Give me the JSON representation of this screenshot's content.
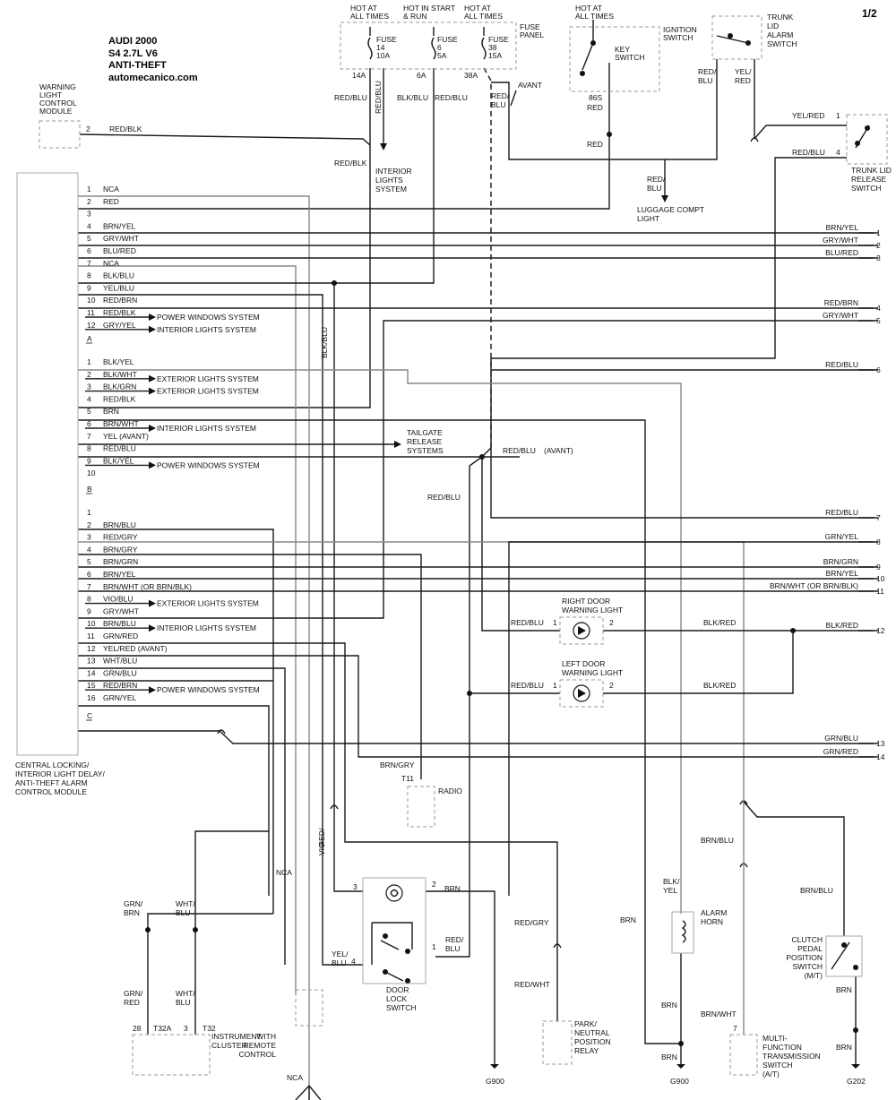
{
  "page": "1/2",
  "header": {
    "line1": "AUDI 2000",
    "line2": "S4 2.7L V6",
    "line3": "ANTI-THEFT",
    "line4": "automecanico.com"
  },
  "top": {
    "hot_all_1": [
      "HOT AT",
      "ALL TIMES"
    ],
    "hot_start": [
      "HOT IN START",
      "& RUN"
    ],
    "hot_all_2": [
      "HOT AT",
      "ALL TIMES"
    ],
    "hot_all_3": [
      "HOT AT",
      "ALL TIMES"
    ],
    "fuse_panel": [
      "FUSE",
      "PANEL"
    ],
    "fuse14": [
      "FUSE",
      "14",
      "10A"
    ],
    "fuse6": [
      "FUSE",
      "6",
      "5A"
    ],
    "fuse38": [
      "FUSE",
      "38",
      "15A"
    ],
    "pin14a": "14A",
    "pin6a": "6A",
    "pin38a": "38A",
    "ignition_switch": [
      "IGNITION",
      "SWITCH"
    ],
    "key_switch": [
      "KEY",
      "SWITCH"
    ],
    "pin86s": "86S",
    "trunk_alarm": [
      "TRUNK",
      "LID",
      "ALARM",
      "SWITCH"
    ],
    "trunk_release": [
      "TRUNK LID",
      "RELEASE",
      "SWITCH"
    ],
    "warning_module": [
      "WARNING",
      "LIGHT",
      "CONTROL",
      "MODULE"
    ],
    "interior_lights": [
      "INTERIOR",
      "LIGHTS",
      "SYSTEM"
    ],
    "luggage": [
      "LUGGAGE COMPT",
      "LIGHT"
    ],
    "avant": "AVANT"
  },
  "wire_labels": {
    "red_blk": "RED/BLK",
    "red_blu": "RED/BLU",
    "blk_blu": "BLK/BLU",
    "red": "RED",
    "red_slash": "RED/",
    "blu": "BLU",
    "yel_slash": "YEL/",
    "red2": "RED",
    "yel_red": "YEL/RED",
    "red_blu2": "RED/BLU",
    "pin2": "2",
    "pin1": "1",
    "pin4": "4"
  },
  "module": {
    "label": [
      "CENTRAL LOCKING/",
      "INTERIOR LIGHT DELAY/",
      "ANTI-THEFT ALARM",
      "CONTROL MODULE"
    ],
    "conn_a": "A",
    "conn_b": "B",
    "conn_c": "C",
    "a_pins": [
      {
        "n": "1",
        "c": "NCA"
      },
      {
        "n": "2",
        "c": "RED"
      },
      {
        "n": "3",
        "c": ""
      },
      {
        "n": "4",
        "c": "BRN/YEL"
      },
      {
        "n": "5",
        "c": "GRY/WHT"
      },
      {
        "n": "6",
        "c": "BLU/RED"
      },
      {
        "n": "7",
        "c": "NCA"
      },
      {
        "n": "8",
        "c": "BLK/BLU"
      },
      {
        "n": "9",
        "c": "YEL/BLU"
      },
      {
        "n": "10",
        "c": "RED/BRN"
      },
      {
        "n": "11",
        "c": "RED/BLK",
        "sys": "POWER WINDOWS SYSTEM"
      },
      {
        "n": "12",
        "c": "GRY/YEL",
        "sys": "INTERIOR LIGHTS SYSTEM"
      }
    ],
    "b_pins": [
      {
        "n": "1",
        "c": "BLK/YEL"
      },
      {
        "n": "2",
        "c": "BLK/WHT",
        "sys": "EXTERIOR LIGHTS SYSTEM"
      },
      {
        "n": "3",
        "c": "BLK/GRN",
        "sys": "EXTERIOR LIGHTS SYSTEM"
      },
      {
        "n": "4",
        "c": "RED/BLK"
      },
      {
        "n": "5",
        "c": "BRN"
      },
      {
        "n": "6",
        "c": "BRN/WHT",
        "sys": "INTERIOR LIGHTS SYSTEM"
      },
      {
        "n": "7",
        "c": "YEL  (AVANT)"
      },
      {
        "n": "8",
        "c": "RED/BLU"
      },
      {
        "n": "9",
        "c": "BLK/YEL",
        "sys": "POWER WINDOWS SYSTEM"
      },
      {
        "n": "10",
        "c": ""
      }
    ],
    "c_pins": [
      {
        "n": "1",
        "c": ""
      },
      {
        "n": "2",
        "c": "BRN/BLU"
      },
      {
        "n": "3",
        "c": "RED/GRY"
      },
      {
        "n": "4",
        "c": "BRN/GRY"
      },
      {
        "n": "5",
        "c": "BRN/GRN"
      },
      {
        "n": "6",
        "c": "BRN/YEL"
      },
      {
        "n": "7",
        "c": "BRN/WHT (OR BRN/BLK)"
      },
      {
        "n": "8",
        "c": "VIO/BLU",
        "sys": "EXTERIOR LIGHTS SYSTEM"
      },
      {
        "n": "9",
        "c": "GRY/WHT"
      },
      {
        "n": "10",
        "c": "BRN/BLU",
        "sys": "INTERIOR LIGHTS SYSTEM"
      },
      {
        "n": "11",
        "c": "GRN/RED"
      },
      {
        "n": "12",
        "c": "YEL/RED    (AVANT)"
      },
      {
        "n": "13",
        "c": "WHT/BLU"
      },
      {
        "n": "14",
        "c": "GRN/BLU"
      },
      {
        "n": "15",
        "c": "RED/BRN",
        "sys": "POWER WINDOWS SYSTEM"
      },
      {
        "n": "16",
        "c": "GRN/YEL"
      }
    ]
  },
  "tailgate": [
    "TAILGATE",
    "RELEASE",
    "SYSTEMS"
  ],
  "tailgate_wire": "RED/BLU",
  "tailgate_avant": "(AVANT)",
  "red_blu_mid": "RED/BLU",
  "right_edge": [
    {
      "n": "1",
      "c": "BRN/YEL"
    },
    {
      "n": "2",
      "c": "GRY/WHT"
    },
    {
      "n": "3",
      "c": "BLU/RED"
    },
    {
      "n": "4",
      "c": "RED/BRN"
    },
    {
      "n": "5",
      "c": "GRY/WHT"
    },
    {
      "n": "6",
      "c": "RED/BLU"
    },
    {
      "n": "7",
      "c": "RED/BLU"
    },
    {
      "n": "8",
      "c": "GRN/YEL"
    },
    {
      "n": "9",
      "c": "BRN/GRN"
    },
    {
      "n": "10",
      "c": "BRN/YEL"
    },
    {
      "n": "11",
      "c": "BRN/WHT (OR BRN/BLK)"
    },
    {
      "n": "12",
      "c": "BLK/RED"
    },
    {
      "n": "13",
      "c": "GRN/BLU"
    },
    {
      "n": "14",
      "c": "GRN/RED"
    }
  ],
  "right_door": {
    "label": [
      "RIGHT DOOR",
      "WARNING LIGHT"
    ],
    "in": "RED/BLU",
    "out": "BLK/RED",
    "p1": "1",
    "p2": "2"
  },
  "left_door": {
    "label": [
      "LEFT DOOR",
      "WARNING LIGHT"
    ],
    "in": "RED/BLU",
    "out": "BLK/RED",
    "p1": "1",
    "p2": "2"
  },
  "lower": {
    "brn_gry": "BRN/GRY",
    "t11": "T11",
    "radio": "RADIO",
    "nca": "NCA",
    "red_vio": [
      "RED/",
      "VIO"
    ],
    "grn_brn": [
      "GRN/",
      "BRN"
    ],
    "wht_blu": [
      "WHT/",
      "BLU"
    ],
    "grn_red": [
      "GRN/",
      "RED"
    ],
    "wht_blu2": [
      "WHT/",
      "BLU"
    ],
    "pin28": "28",
    "t32a": "T32A",
    "pin3": "3",
    "t32": "T32",
    "cluster": [
      "INSTRUMENT",
      "CLUSTER"
    ],
    "remote": [
      "WITH",
      "REMOTE",
      "CONTROL"
    ],
    "nca_bottom": "NCA",
    "door_lock": [
      "DOOR",
      "LOCK",
      "SWITCH"
    ],
    "dl_p3": "3",
    "dl_p2": "2",
    "dl_p1": "1",
    "dl_p4": "4",
    "dl_brn": "BRN",
    "dl_red_blu": [
      "RED/",
      "BLU"
    ],
    "dl_yel_blu": [
      "YEL/",
      "BLU"
    ],
    "g900": "G900",
    "red_gry": "RED/GRY",
    "red_wht": "RED/WHT",
    "park": [
      "PARK/",
      "NEUTRAL",
      "POSITION",
      "RELAY"
    ],
    "brn_left": "BRN",
    "blk_yel": [
      "BLK/",
      "YEL"
    ],
    "alarm": [
      "ALARM",
      "HORN"
    ],
    "brn_a": "BRN",
    "brn_b": "BRN",
    "g900b": "G900",
    "brn_blu": "BRN/BLU",
    "brn_wht": "BRN/WHT",
    "pin7": "7",
    "multi": [
      "MULTI-",
      "FUNCTION",
      "TRANSMISSION",
      "SWITCH",
      "(A/T)"
    ],
    "brn_blu2": "BRN/BLU",
    "clutch": [
      "CLUTCH",
      "PEDAL",
      "POSITION",
      "SWITCH",
      "(M/T)"
    ],
    "brn_c": "BRN",
    "brn_d": "BRN",
    "g202": "G202"
  }
}
